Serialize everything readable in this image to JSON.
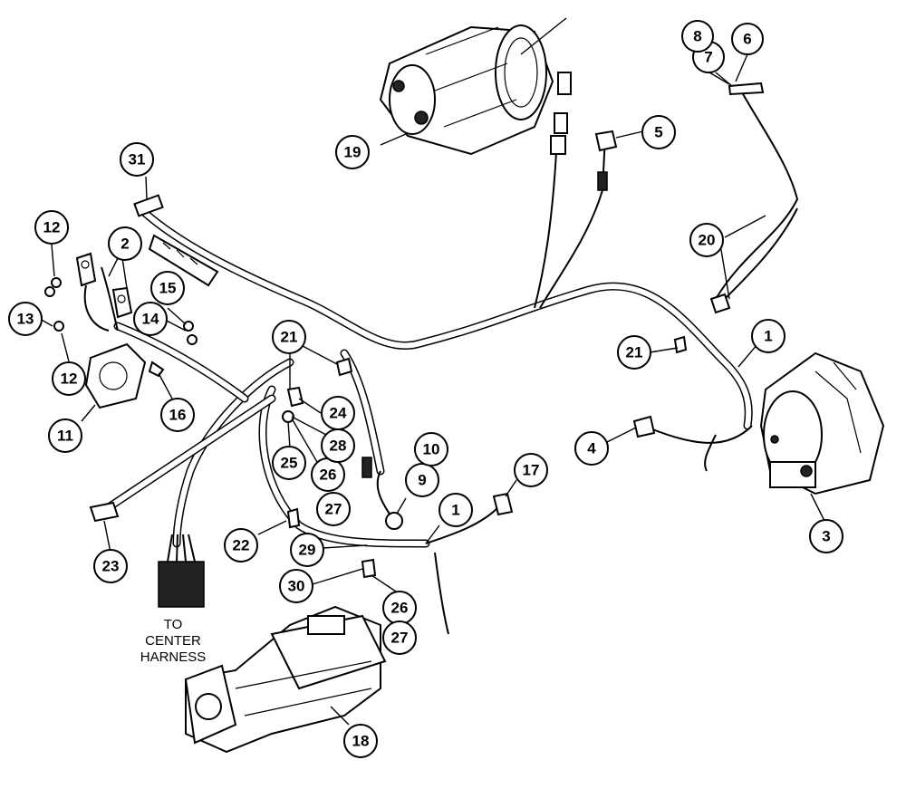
{
  "callouts": [
    "1",
    "1",
    "2",
    "3",
    "4",
    "5",
    "6",
    "7",
    "8",
    "9",
    "10",
    "11",
    "12",
    "12",
    "13",
    "14",
    "15",
    "16",
    "17",
    "18",
    "19",
    "20",
    "21",
    "21",
    "22",
    "23",
    "24",
    "25",
    "26",
    "27",
    "26",
    "27",
    "28",
    "29",
    "30",
    "31"
  ],
  "note": {
    "line1": "TO",
    "line2": "CENTER",
    "line3": "HARNESS"
  },
  "colors": {
    "ink": "#000000",
    "paper": "#ffffff"
  }
}
